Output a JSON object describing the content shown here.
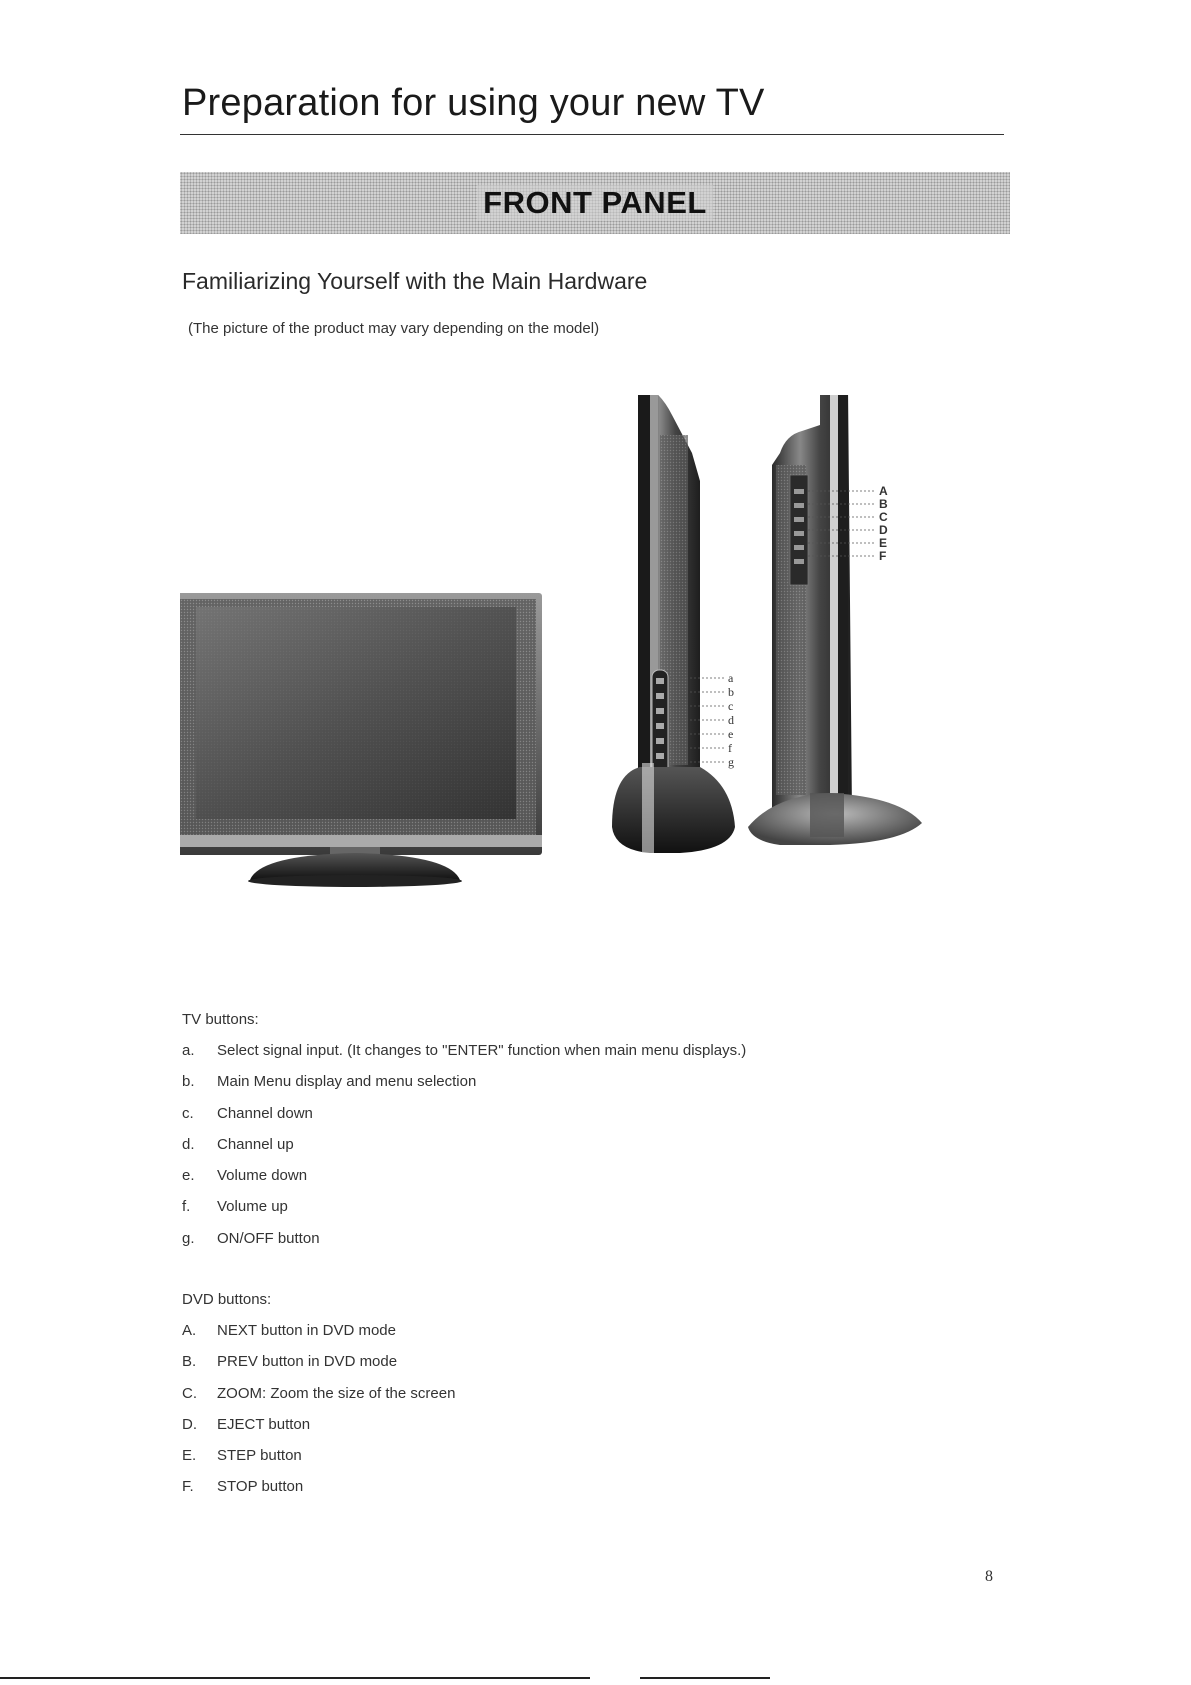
{
  "header": {
    "title": "Preparation for using your new TV",
    "banner": "FRONT PANEL"
  },
  "intro": {
    "subtitle": "Familiarizing Yourself with the Main Hardware",
    "note": "(The picture of the product may vary depending on the model)"
  },
  "figure": {
    "callouts_tv": [
      "a",
      "b",
      "c",
      "d",
      "e",
      "f",
      "g"
    ],
    "callouts_dvd": [
      "A",
      "B",
      "C",
      "D",
      "E",
      "F"
    ]
  },
  "tv_buttons": {
    "heading": "TV buttons:",
    "items": [
      {
        "key": "a.",
        "text": "Select signal input. (It changes to \"ENTER\" function when main menu displays.)"
      },
      {
        "key": "b.",
        "text": "Main Menu display and menu selection"
      },
      {
        "key": "c.",
        "text": "Channel down"
      },
      {
        "key": "d.",
        "text": "Channel up"
      },
      {
        "key": "e.",
        "text": "Volume down"
      },
      {
        "key": "f.",
        "text": "Volume up"
      },
      {
        "key": "g.",
        "text": "ON/OFF button"
      }
    ]
  },
  "dvd_buttons": {
    "heading": "DVD buttons:",
    "items": [
      {
        "key": "A.",
        "text": "NEXT button in DVD mode"
      },
      {
        "key": "B.",
        "text": "PREV button in DVD mode"
      },
      {
        "key": "C.",
        "text": "ZOOM: Zoom the size of the screen"
      },
      {
        "key": "D.",
        "text": "EJECT button"
      },
      {
        "key": "E.",
        "text": "STEP button"
      },
      {
        "key": "F.",
        "text": "STOP button"
      }
    ]
  },
  "footer": {
    "page_number": "8"
  }
}
